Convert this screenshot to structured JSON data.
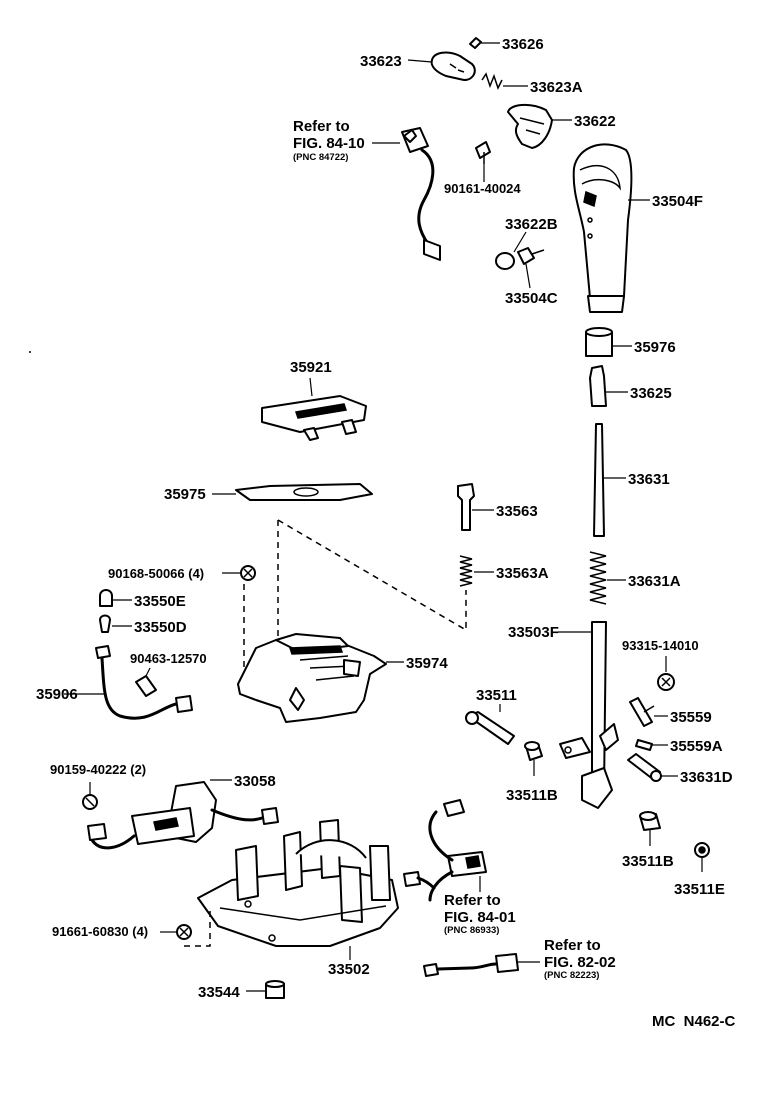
{
  "diagram": {
    "code": "MC  N462-C",
    "labels": {
      "p33626": "33626",
      "p33623": "33623",
      "p33623A": "33623A",
      "p33622": "33622",
      "p33504F": "33504F",
      "p90161": "90161-40024",
      "p33622B": "33622B",
      "p33504C": "33504C",
      "p35976": "35976",
      "p33625": "33625",
      "p35921": "35921",
      "p33631": "33631",
      "p35975": "35975",
      "p33563": "33563",
      "p33563A": "33563A",
      "p33631A": "33631A",
      "p90168": "90168-50066 (4)",
      "p33550E": "33550E",
      "p33550D": "33550D",
      "p33503F": "33503F",
      "p93315": "93315-14010",
      "p90463": "90463-12570",
      "p35974": "35974",
      "p35906": "35906",
      "p33511": "33511",
      "p35559": "35559",
      "p35559A": "35559A",
      "p33631D": "33631D",
      "p33511B_1": "33511B",
      "p90159": "90159-40222 (2)",
      "p33058": "33058",
      "p33511B_2": "33511B",
      "p33511E": "33511E",
      "p91661": "91661-60830 (4)",
      "p33502": "33502",
      "p33544": "33544"
    },
    "refs": {
      "r1_a": "Refer to",
      "r1_b": "FIG. 84-10",
      "r1_c": "(PNC 84722)",
      "r2_a": "Refer to",
      "r2_b": "FIG. 84-01",
      "r2_c": "(PNC 86933)",
      "r3_a": "Refer to",
      "r3_b": "FIG. 82-02",
      "r3_c": "(PNC 82223)"
    }
  }
}
